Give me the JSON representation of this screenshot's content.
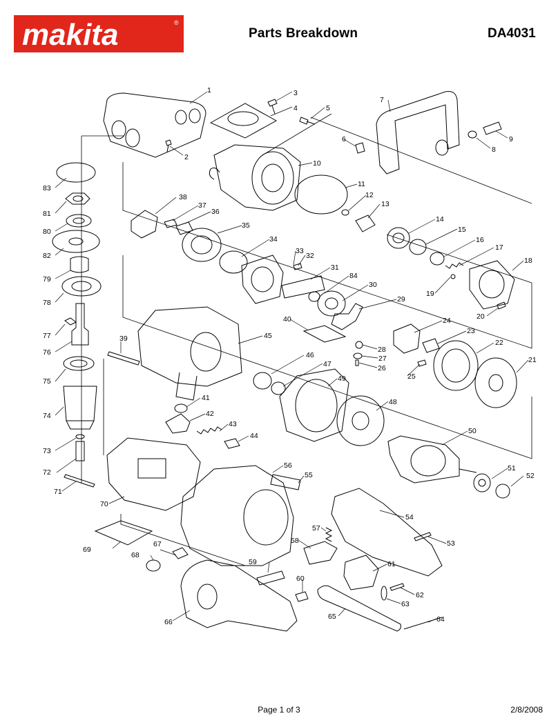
{
  "header": {
    "brand": "makita",
    "brand_mark": "®",
    "title": "Parts Breakdown",
    "model": "DA4031"
  },
  "colors": {
    "brand_red": "#E1261C",
    "line": "#000000"
  },
  "parts": [
    {
      "id": "p1",
      "label": "1"
    },
    {
      "id": "p2",
      "label": "2"
    },
    {
      "id": "p3",
      "label": "3"
    },
    {
      "id": "p4",
      "label": "4"
    },
    {
      "id": "p5",
      "label": "5"
    },
    {
      "id": "p6",
      "label": "6"
    },
    {
      "id": "p7",
      "label": "7"
    },
    {
      "id": "p8",
      "label": "8"
    },
    {
      "id": "p9",
      "label": "9"
    },
    {
      "id": "p10",
      "label": "10"
    },
    {
      "id": "p11",
      "label": "11"
    },
    {
      "id": "p12",
      "label": "12"
    },
    {
      "id": "p13",
      "label": "13"
    },
    {
      "id": "p14",
      "label": "14"
    },
    {
      "id": "p15",
      "label": "15"
    },
    {
      "id": "p16",
      "label": "16"
    },
    {
      "id": "p17",
      "label": "17"
    },
    {
      "id": "p18",
      "label": "18"
    },
    {
      "id": "p19",
      "label": "19"
    },
    {
      "id": "p20",
      "label": "20"
    },
    {
      "id": "p21",
      "label": "21"
    },
    {
      "id": "p22",
      "label": "22"
    },
    {
      "id": "p23",
      "label": "23"
    },
    {
      "id": "p24",
      "label": "24"
    },
    {
      "id": "p25",
      "label": "25"
    },
    {
      "id": "p26",
      "label": "26"
    },
    {
      "id": "p27",
      "label": "27"
    },
    {
      "id": "p28",
      "label": "28"
    },
    {
      "id": "p29",
      "label": "29"
    },
    {
      "id": "p30",
      "label": "30"
    },
    {
      "id": "p31",
      "label": "31"
    },
    {
      "id": "p32",
      "label": "32"
    },
    {
      "id": "p33",
      "label": "33"
    },
    {
      "id": "p34",
      "label": "34"
    },
    {
      "id": "p35",
      "label": "35"
    },
    {
      "id": "p36",
      "label": "36"
    },
    {
      "id": "p37",
      "label": "37"
    },
    {
      "id": "p38",
      "label": "38"
    },
    {
      "id": "p39",
      "label": "39"
    },
    {
      "id": "p40",
      "label": "40"
    },
    {
      "id": "p41",
      "label": "41"
    },
    {
      "id": "p42",
      "label": "42"
    },
    {
      "id": "p43",
      "label": "43"
    },
    {
      "id": "p44",
      "label": "44"
    },
    {
      "id": "p45",
      "label": "45"
    },
    {
      "id": "p46",
      "label": "46"
    },
    {
      "id": "p47",
      "label": "47"
    },
    {
      "id": "p48",
      "label": "48"
    },
    {
      "id": "p49",
      "label": "49"
    },
    {
      "id": "p50",
      "label": "50"
    },
    {
      "id": "p51",
      "label": "51"
    },
    {
      "id": "p52",
      "label": "52"
    },
    {
      "id": "p53",
      "label": "53"
    },
    {
      "id": "p54",
      "label": "54"
    },
    {
      "id": "p55",
      "label": "55"
    },
    {
      "id": "p56",
      "label": "56"
    },
    {
      "id": "p57",
      "label": "57"
    },
    {
      "id": "p58",
      "label": "58"
    },
    {
      "id": "p59",
      "label": "59"
    },
    {
      "id": "p60",
      "label": "60"
    },
    {
      "id": "p61",
      "label": "61"
    },
    {
      "id": "p62",
      "label": "62"
    },
    {
      "id": "p63",
      "label": "63"
    },
    {
      "id": "p64",
      "label": "64"
    },
    {
      "id": "p65",
      "label": "65"
    },
    {
      "id": "p66",
      "label": "66"
    },
    {
      "id": "p67",
      "label": "67"
    },
    {
      "id": "p68",
      "label": "68"
    },
    {
      "id": "p69",
      "label": "69"
    },
    {
      "id": "p70",
      "label": "70"
    },
    {
      "id": "p71",
      "label": "71"
    },
    {
      "id": "p72",
      "label": "72"
    },
    {
      "id": "p73",
      "label": "73"
    },
    {
      "id": "p74",
      "label": "74"
    },
    {
      "id": "p75",
      "label": "75"
    },
    {
      "id": "p76",
      "label": "76"
    },
    {
      "id": "p77",
      "label": "77"
    },
    {
      "id": "p78",
      "label": "78"
    },
    {
      "id": "p79",
      "label": "79"
    },
    {
      "id": "p80",
      "label": "80"
    },
    {
      "id": "p81",
      "label": "81"
    },
    {
      "id": "p82",
      "label": "82"
    },
    {
      "id": "p83",
      "label": "83"
    },
    {
      "id": "p84",
      "label": "84"
    }
  ],
  "footer": {
    "page": "Page 1 of 3",
    "date": "2/8/2008"
  }
}
